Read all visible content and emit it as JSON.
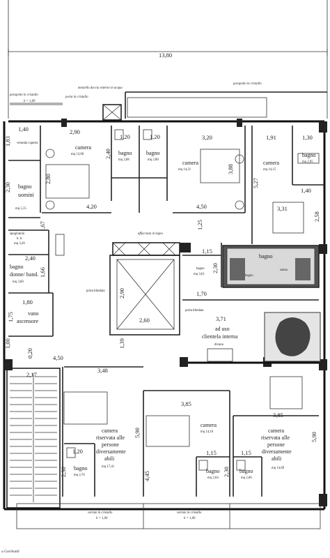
{
  "header": {
    "top_width": "13,80",
    "parapet_left": "parapetto in cristallo",
    "parapet_left_height": "h = 1,00",
    "parapet_right": "parapetto in cristallo",
    "shower_note": "mezzello doccia esterno in acqua",
    "glass_door": "porta in cristallo"
  },
  "rooms": {
    "camera1": {
      "name": "camera",
      "area": "mq 13,00"
    },
    "camera2": {
      "name": "camera",
      "area": "mq 14,21"
    },
    "camera3": {
      "name": "camera",
      "area": "mq 14,15"
    },
    "bagno1": {
      "name": "bagno",
      "area": "mq 2,88"
    },
    "bagno2": {
      "name": "bagno",
      "area": "mq 2,88"
    },
    "bagno3": {
      "name": "bagno",
      "area": "mq 2,95"
    },
    "veranda": {
      "name": "veranda coperta"
    },
    "bagno_uomini": {
      "line1": "bagno",
      "line2": "uomini",
      "area": "mq 5,15"
    },
    "spogliatoio": {
      "line1": "spogliatoio",
      "line2": "h. b.",
      "area": "mq 3,20"
    },
    "bagno_donne": {
      "line1": "bagno",
      "line2": "donne/ hand.",
      "area": "mq 3,60"
    },
    "ascensore": {
      "line1": "vano",
      "line2": "ascensore"
    },
    "hall": {
      "line1": "ad uso",
      "line2": "clientela interna"
    },
    "divano": {
      "name": "divano"
    },
    "bagno_central": {
      "name": "bagno",
      "area": "mq 3,61"
    },
    "wc_label": {
      "left": "bagno",
      "right": "sauna"
    },
    "camera_ra1": {
      "line1": "camera",
      "line2": "riservata alle",
      "line3": "persone",
      "line4": "diversamente",
      "line5": "abili",
      "area": "mq 17,41"
    },
    "camera_mid": {
      "name": "camera",
      "area": "mq 14,10"
    },
    "camera_ra2": {
      "line1": "camera",
      "line2": "riservata alle",
      "line3": "persone",
      "line4": "diversamente",
      "line5": "abili",
      "area": "mq 14,69"
    },
    "bagno_b1": {
      "name": "bagno",
      "area": "mq 2,76"
    },
    "bagno_b2": {
      "name": "bagno",
      "area": "mq 2,64"
    },
    "bagno_b3": {
      "name": "bagno",
      "area": "mq 2,66"
    }
  },
  "labels": {
    "void": "affacciata in legno",
    "porta_blindata1": "porta blindata",
    "porta_blindata2": "porta blindata",
    "glass_left": "vetrate in cristallo",
    "glass_left_h": "h = 1,00",
    "glass_right": "vetrate in cristallo",
    "glass_right_h": "h = 1,00",
    "street": "a Garibaldi"
  },
  "dims": {
    "d_140": "1,40",
    "d_183": "1,83",
    "d_290": "2,90",
    "d_120a": "1,20",
    "d_120b": "1,20",
    "d_320": "3,20",
    "d_191": "1,91",
    "d_130": "1,30",
    "d_240": "2,40",
    "d_280": "2,80",
    "d_388": "3,88",
    "d_527": "5,27",
    "d_230a": "2,30",
    "d_420": "4,20",
    "d_450a": "4,50",
    "d_140b": "1,40",
    "d_331": "3,31",
    "d_258": "2,58",
    "d_125": "1,25",
    "d_167": "1,67",
    "d_115a": "1,15",
    "d_240b": "2,40",
    "d_166": "1,66",
    "d_230b": "2,30",
    "d_290b": "2,90",
    "d_170": "1,70",
    "d_180": "1,80",
    "d_175": "1,75",
    "d_260": "2,60",
    "d_371": "3,71",
    "d_100": "1,00",
    "d_020": "0,20",
    "d_139": "1,39",
    "d_450b": "4,50",
    "d_217": "2,17",
    "d_348": "3,48",
    "d_590a": "5,90",
    "d_385a": "3,85",
    "d_385b": "3,85",
    "d_590b": "5,90",
    "d_120c": "1,20",
    "d_230c": "2,30",
    "d_445": "4,45",
    "d_115b": "1,15",
    "d_230d": "2,30",
    "d_115c": "1,15"
  }
}
